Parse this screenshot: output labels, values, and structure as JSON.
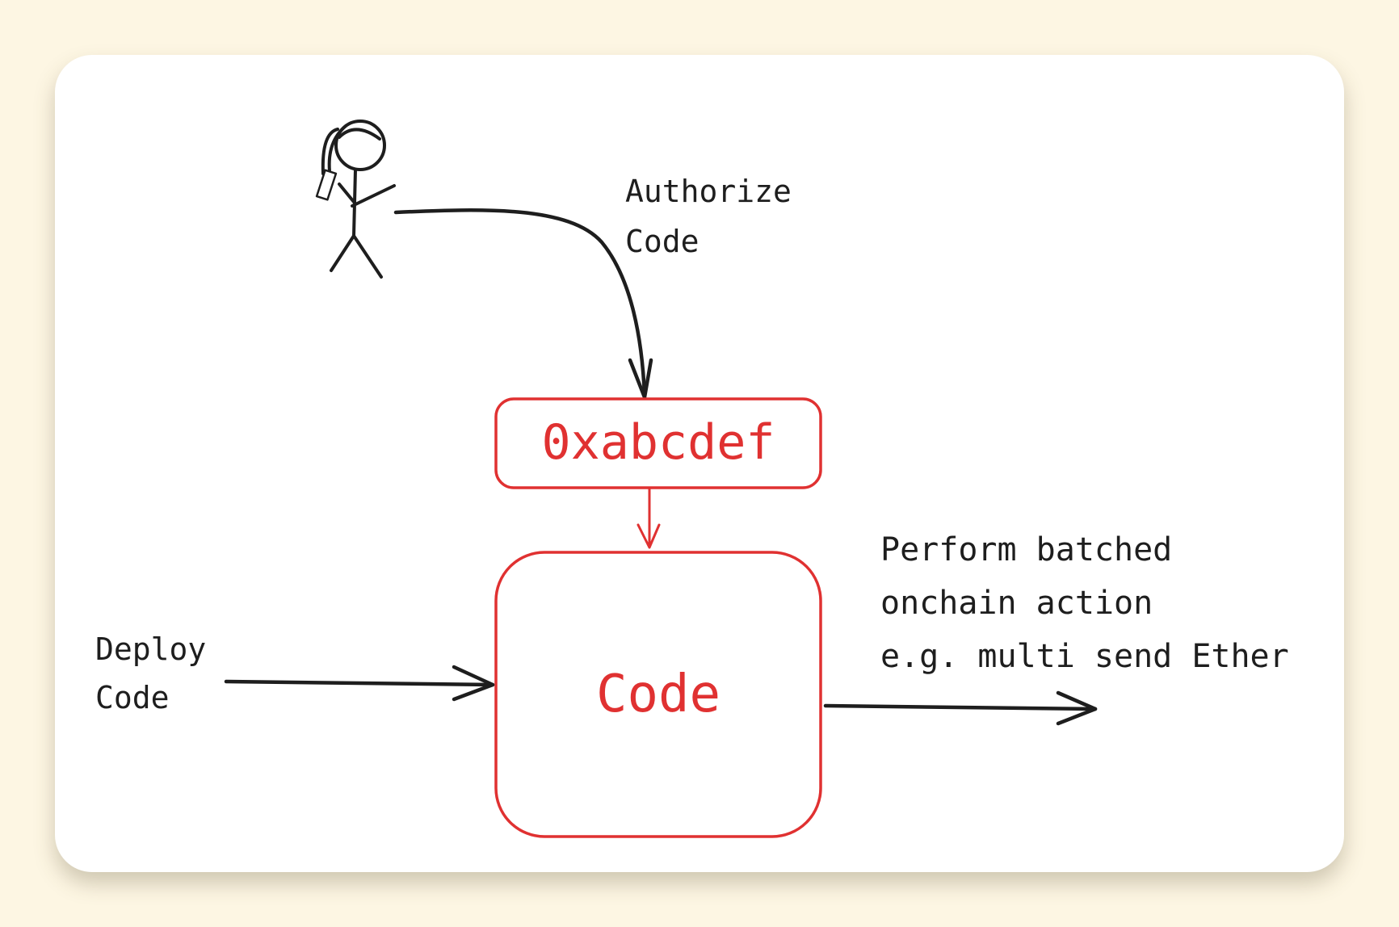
{
  "colors": {
    "background": "#fdf6e3",
    "card": "#ffffff",
    "ink": "#1e1e1e",
    "accent": "#e03131"
  },
  "actor": {
    "icon": "stick-figure-user-with-phone-icon"
  },
  "labels": {
    "authorize": [
      "Authorize",
      "Code"
    ],
    "deploy": [
      "Deploy",
      "Code"
    ],
    "perform": [
      "Perform batched",
      "onchain action",
      "e.g. multi send Ether"
    ]
  },
  "nodes": {
    "address": "0xabcdef",
    "code": "Code"
  }
}
